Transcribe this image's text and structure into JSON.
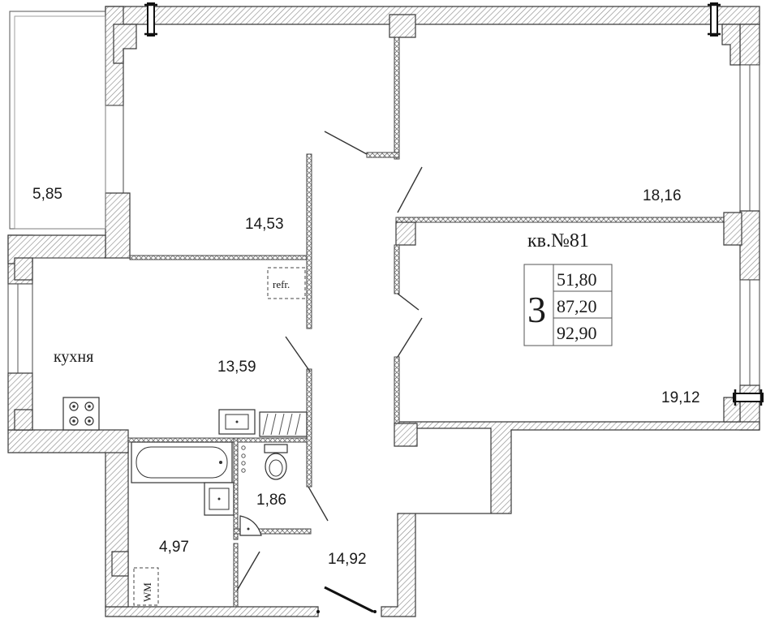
{
  "apartment": {
    "number_label": "кв.№81",
    "rooms_count": "3",
    "living_area": "51,80",
    "total_area": "87,20",
    "total_area_with_balcony": "92,90"
  },
  "rooms": {
    "balcony": {
      "area": "5,85"
    },
    "bedroom_top_left": {
      "area": "14,53"
    },
    "bedroom_top_right": {
      "area": "18,16"
    },
    "kitchen": {
      "name": "кухня",
      "area": "13,59"
    },
    "bedroom_right": {
      "area": "19,12"
    },
    "wc": {
      "area": "1,86"
    },
    "bathroom": {
      "area": "4,97"
    },
    "hall": {
      "area": "14,92"
    }
  },
  "fixtures": {
    "fridge_label": "refr.",
    "washing_machine_label": "WM"
  },
  "colors": {
    "line": "#333333",
    "hatch": "#9a9a9a",
    "background": "#ffffff"
  }
}
